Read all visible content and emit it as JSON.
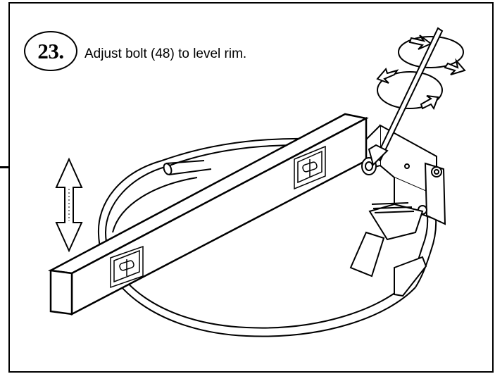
{
  "step": {
    "number": "23.",
    "instruction": "Adjust bolt (48) to level rim."
  },
  "illustration": {
    "subject": "level-tool-on-rim",
    "icons": [
      "double-arrow-icon",
      "rotation-arrows-icon",
      "level-vial-icon"
    ]
  }
}
